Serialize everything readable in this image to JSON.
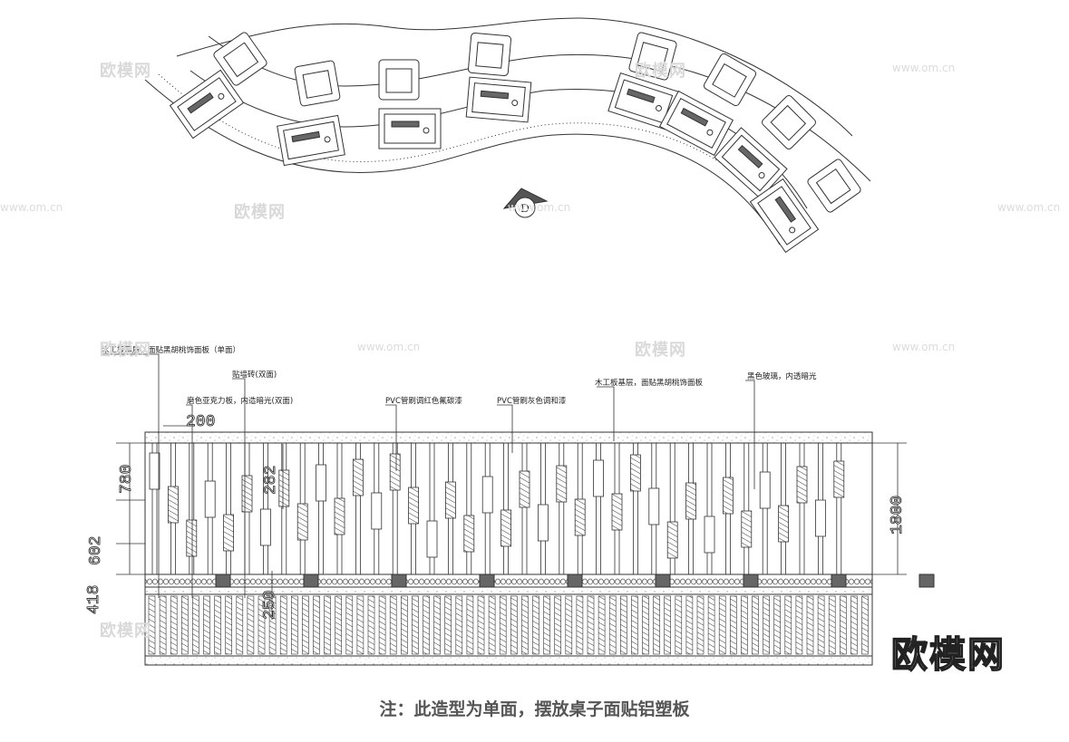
{
  "annotations": {
    "label1": "木工板基层，面贴黑胡桃饰面板（单面）",
    "label2": "贴墙砖(双面)",
    "label3": "磨色亚克力板，内造暗光(双面)",
    "label4": "PVC管刷调红色氟碳漆",
    "label5": "PVC管刷灰色调和漆",
    "label6": "木工板基层，面贴黑胡桃饰面板",
    "label7": "黑色玻璃，内透暗光"
  },
  "dimensions": {
    "top_width": "200",
    "left_780": "780",
    "mid_282": "282",
    "left_602": "602",
    "left_418": "418",
    "mid_250": "250",
    "right_1800": "1800"
  },
  "plan": {
    "direction_mark": "D"
  },
  "note": "注：此造型为单面，摆放桌子面贴铝塑板",
  "watermark": {
    "brand": "欧模网",
    "url": "www.om.cn"
  }
}
